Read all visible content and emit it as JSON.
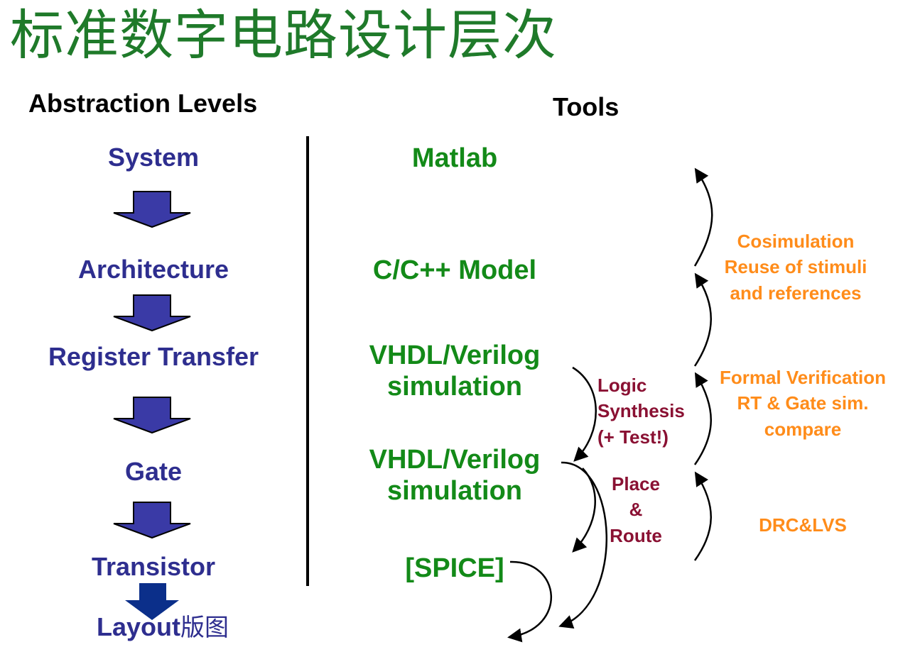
{
  "title": "标准数字电路设计层次",
  "headers": {
    "abstraction": "Abstraction Levels",
    "tools": "Tools"
  },
  "levels": [
    "System",
    "Architecture",
    "Register Transfer",
    "Gate",
    "Transistor"
  ],
  "layout_label": {
    "main": "Layout",
    "cn": "版图"
  },
  "tools": [
    "Matlab",
    "C/C++ Model",
    "VHDL/Verilog simulation",
    "VHDL/Verilog simulation",
    "[SPICE]"
  ],
  "synthesis": {
    "logic": "Logic Synthesis (+ Test!)",
    "place": "Place & Route"
  },
  "verification": {
    "cosim": "Cosimulation Reuse of stimuli and references",
    "formal": "Formal Verification RT & Gate sim. compare",
    "drc": "DRC&LVS"
  },
  "colors": {
    "title": "#1f7a2a",
    "level": "#2e2e8f",
    "tool": "#138a18",
    "synthesis": "#8a1133",
    "verification": "#ff8c1a",
    "arrow_fill": "#3a3aa6",
    "layout_arrow": "#0b2f8a"
  }
}
